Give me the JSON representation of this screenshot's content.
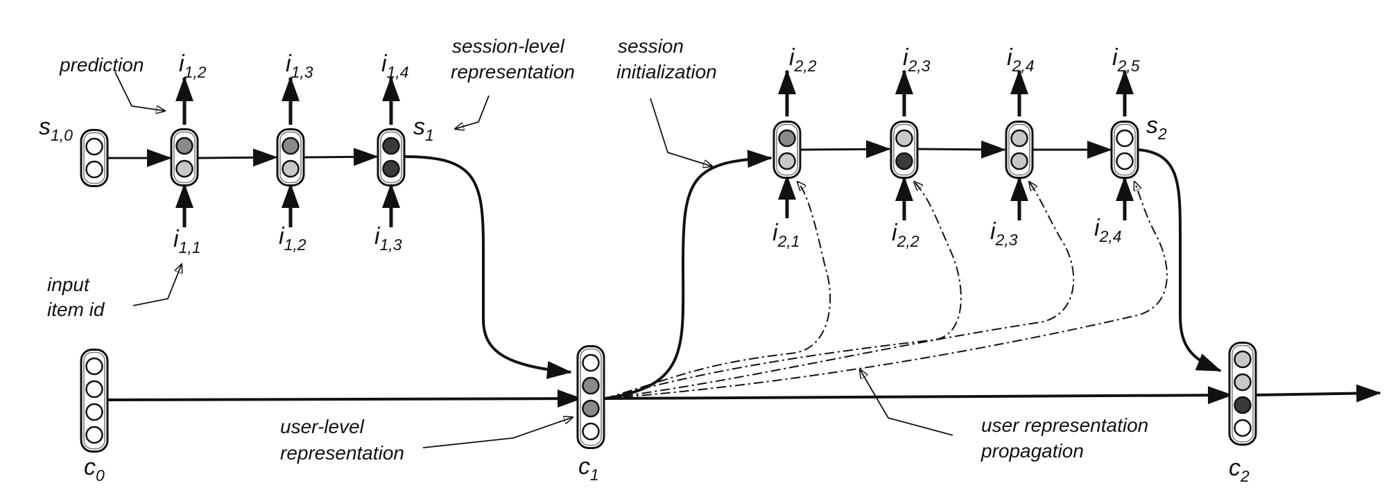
{
  "colors": {
    "line": "#111111",
    "unit_empty": "#ffffff",
    "unit_light": "#c8c8c8",
    "unit_medium": "#8a8a8a",
    "unit_dark": "#3a3a3a"
  },
  "annotations": {
    "prediction": "prediction",
    "session_level_1": "session-level",
    "session_level_2": "representation",
    "session_init_1": "session",
    "session_init_2": "initialization",
    "input_item_1": "input",
    "input_item_2": "item id",
    "user_level_1": "user-level",
    "user_level_2": "representation",
    "user_prop_1": "user representation",
    "user_prop_2": "propagation"
  },
  "session_1": {
    "start_state": {
      "base": "s",
      "sub": "1,0",
      "units": [
        "empty",
        "empty"
      ]
    },
    "end_state": {
      "base": "s",
      "sub": "1"
    },
    "steps": [
      {
        "input": {
          "base": "i",
          "sub": "1,1"
        },
        "output": {
          "base": "i",
          "sub": "1,2"
        },
        "units": [
          "medium",
          "light"
        ]
      },
      {
        "input": {
          "base": "i",
          "sub": "1,2"
        },
        "output": {
          "base": "i",
          "sub": "1,3"
        },
        "units": [
          "medium",
          "light"
        ]
      },
      {
        "input": {
          "base": "i",
          "sub": "1,3"
        },
        "output": {
          "base": "i",
          "sub": "1,4"
        },
        "units": [
          "dark",
          "dark"
        ]
      }
    ]
  },
  "session_2": {
    "end_state": {
      "base": "s",
      "sub": "2"
    },
    "steps": [
      {
        "input": {
          "base": "i",
          "sub": "2,1"
        },
        "output": {
          "base": "i",
          "sub": "2,2"
        },
        "units": [
          "medium",
          "light"
        ]
      },
      {
        "input": {
          "base": "i",
          "sub": "2,2"
        },
        "output": {
          "base": "i",
          "sub": "2,3"
        },
        "units": [
          "light",
          "dark"
        ]
      },
      {
        "input": {
          "base": "i",
          "sub": "2,3"
        },
        "output": {
          "base": "i",
          "sub": "2,4"
        },
        "units": [
          "light",
          "light"
        ]
      },
      {
        "input": {
          "base": "i",
          "sub": "2,4"
        },
        "output": {
          "base": "i",
          "sub": "2,5"
        },
        "units": [
          "empty",
          "empty"
        ]
      }
    ]
  },
  "user_states": [
    {
      "base": "c",
      "sub": "0",
      "units": [
        "empty",
        "empty",
        "empty",
        "empty"
      ]
    },
    {
      "base": "c",
      "sub": "1",
      "units": [
        "empty",
        "medium",
        "medium",
        "empty"
      ]
    },
    {
      "base": "c",
      "sub": "2",
      "units": [
        "light",
        "light",
        "dark",
        "empty"
      ]
    }
  ]
}
